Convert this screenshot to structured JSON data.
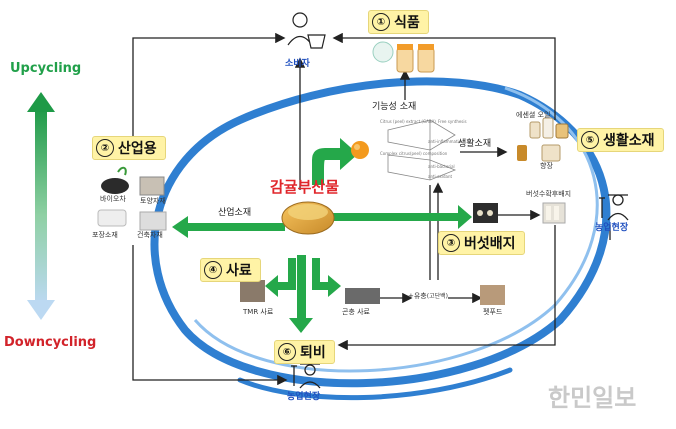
{
  "left_axis": {
    "top_label": "Upcycling",
    "bottom_label": "Downcycling",
    "top_color": "#21a04a",
    "bottom_color": "#d2232a"
  },
  "center": {
    "title": "감귤부산물",
    "title_color": "#e0262b"
  },
  "nodes": {
    "food": {
      "num": "①",
      "label": "식품"
    },
    "industrial": {
      "num": "②",
      "label": "산업용"
    },
    "mushroom": {
      "num": "③",
      "label": "버섯배지"
    },
    "feed": {
      "num": "④",
      "label": "사료"
    },
    "living": {
      "num": "⑤",
      "label": "생활소재"
    },
    "compost": {
      "num": "⑥",
      "label": "퇴비"
    }
  },
  "labels": {
    "consumer": "소비자",
    "farm_right": "농업현장",
    "farm_bottom": "농업현장",
    "functional_material": "기능성 소재",
    "living_material": "생활소재",
    "essential_oil": "에센셜 오일",
    "fragrance": "향장",
    "industrial_material": "산업소재",
    "bio_char": "바이오차",
    "soil_material": "토양자재",
    "packaging": "포장소재",
    "building": "건축자재",
    "mushroom_spent": "버섯수확후배지",
    "tmr_feed": "TMR 사료",
    "insect_feed": "곤충 사료",
    "milk": "+유충",
    "milk_sub": "(고단백)",
    "petfood": "펫푸드",
    "watermark": "한민일보",
    "tiny_1": "Citrus (peel) extract (GABA)",
    "tiny_2": "Complex citrus(peel) composition",
    "tiny_3": "Free synthesis",
    "tiny_4": "anti-inflammation",
    "tiny_5": "anti-bacterial",
    "tiny_6": "anti-oxidant"
  },
  "colors": {
    "green_arrow": "#25a84a",
    "blue_ring": "#2f7fd1",
    "badge_fill": "#fff3a6",
    "link_blue": "#1f4fbf"
  }
}
